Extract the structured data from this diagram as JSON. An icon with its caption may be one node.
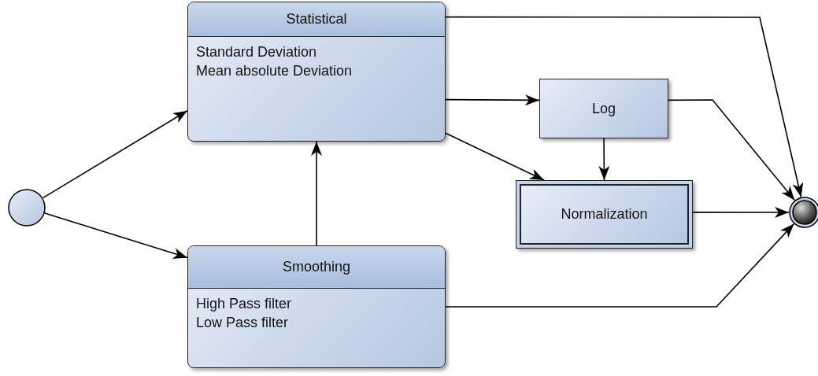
{
  "diagram": {
    "nodes": [
      {
        "text": [],
        "shape": "circle"
      },
      {
        "text": [
          "Statistical",
          "Standard Deviation",
          "Mean absolute Deviation"
        ]
      },
      {
        "text": [
          "Smoothing",
          "High Pass filter",
          "Low Pass filter"
        ]
      },
      {
        "text": [
          "Log"
        ]
      },
      {
        "text": [
          "Normalization"
        ]
      },
      {
        "text": [],
        "shape": "circle"
      }
    ],
    "edges": [
      {
        "from": 0,
        "to": 1,
        "arrow": "to"
      },
      {
        "from": 0,
        "to": 2,
        "arrow": "to"
      },
      {
        "from": 2,
        "to": 1,
        "arrow": "to"
      },
      {
        "from": 1,
        "to": 3,
        "arrow": "to"
      },
      {
        "from": 1,
        "to": 4,
        "arrow": "to"
      },
      {
        "from": 3,
        "to": 4,
        "arrow": "to"
      },
      {
        "from": 1,
        "to": 5,
        "arrow": "to"
      },
      {
        "from": 3,
        "to": 5,
        "arrow": "to"
      },
      {
        "from": 4,
        "to": 5,
        "arrow": "to"
      },
      {
        "from": 2,
        "to": 5,
        "arrow": "to"
      }
    ]
  }
}
